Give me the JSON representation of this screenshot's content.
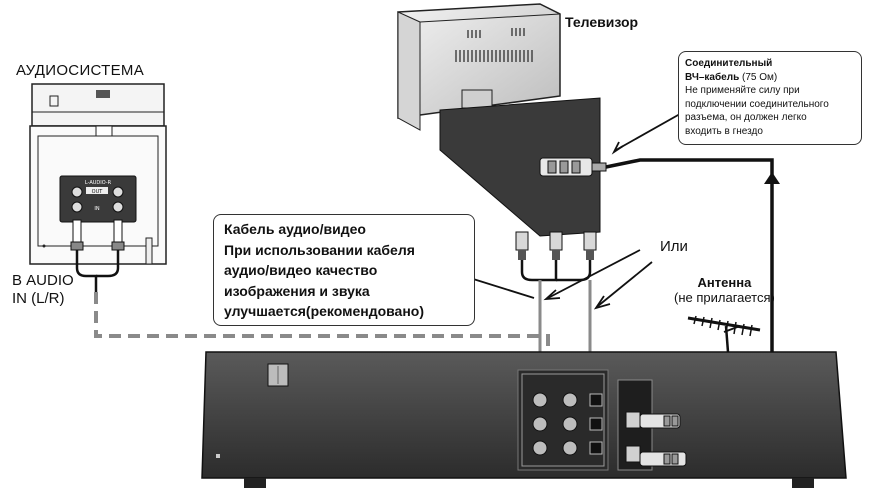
{
  "labels": {
    "audio_system": "АУДИОСИСТЕМА",
    "tv": "Телевизор",
    "audio_in_line1": "В AUDIO",
    "audio_in_line2": "IN (L/R)",
    "or": "Или",
    "antenna_title": "Антенна",
    "antenna_note": "(не прилагается)"
  },
  "rf_cable": {
    "title_line1": "Соединительный",
    "title_line2": "ВЧ–кабель",
    "spec": " (75 Ом)",
    "note_lines": [
      "Не применяйте силу при",
      "подключении соединительного",
      "разъема, он должен легко",
      "входить в гнездо"
    ]
  },
  "av_cable": {
    "lines": [
      "Кабель аудио/видео",
      "При использовании кабеля",
      "аудио/видео качество",
      "изображения и звука",
      "улучшается(рекомендовано)"
    ]
  },
  "panel_text": {
    "audio_panel_label": "L-AUDIO-R",
    "out": "OUT",
    "in": "IN"
  },
  "colors": {
    "dark": "#2a2a2a",
    "panel": "#3a3a3a",
    "gray": "#9a9a9a",
    "light": "#e6e6e6",
    "line": "#111111"
  }
}
